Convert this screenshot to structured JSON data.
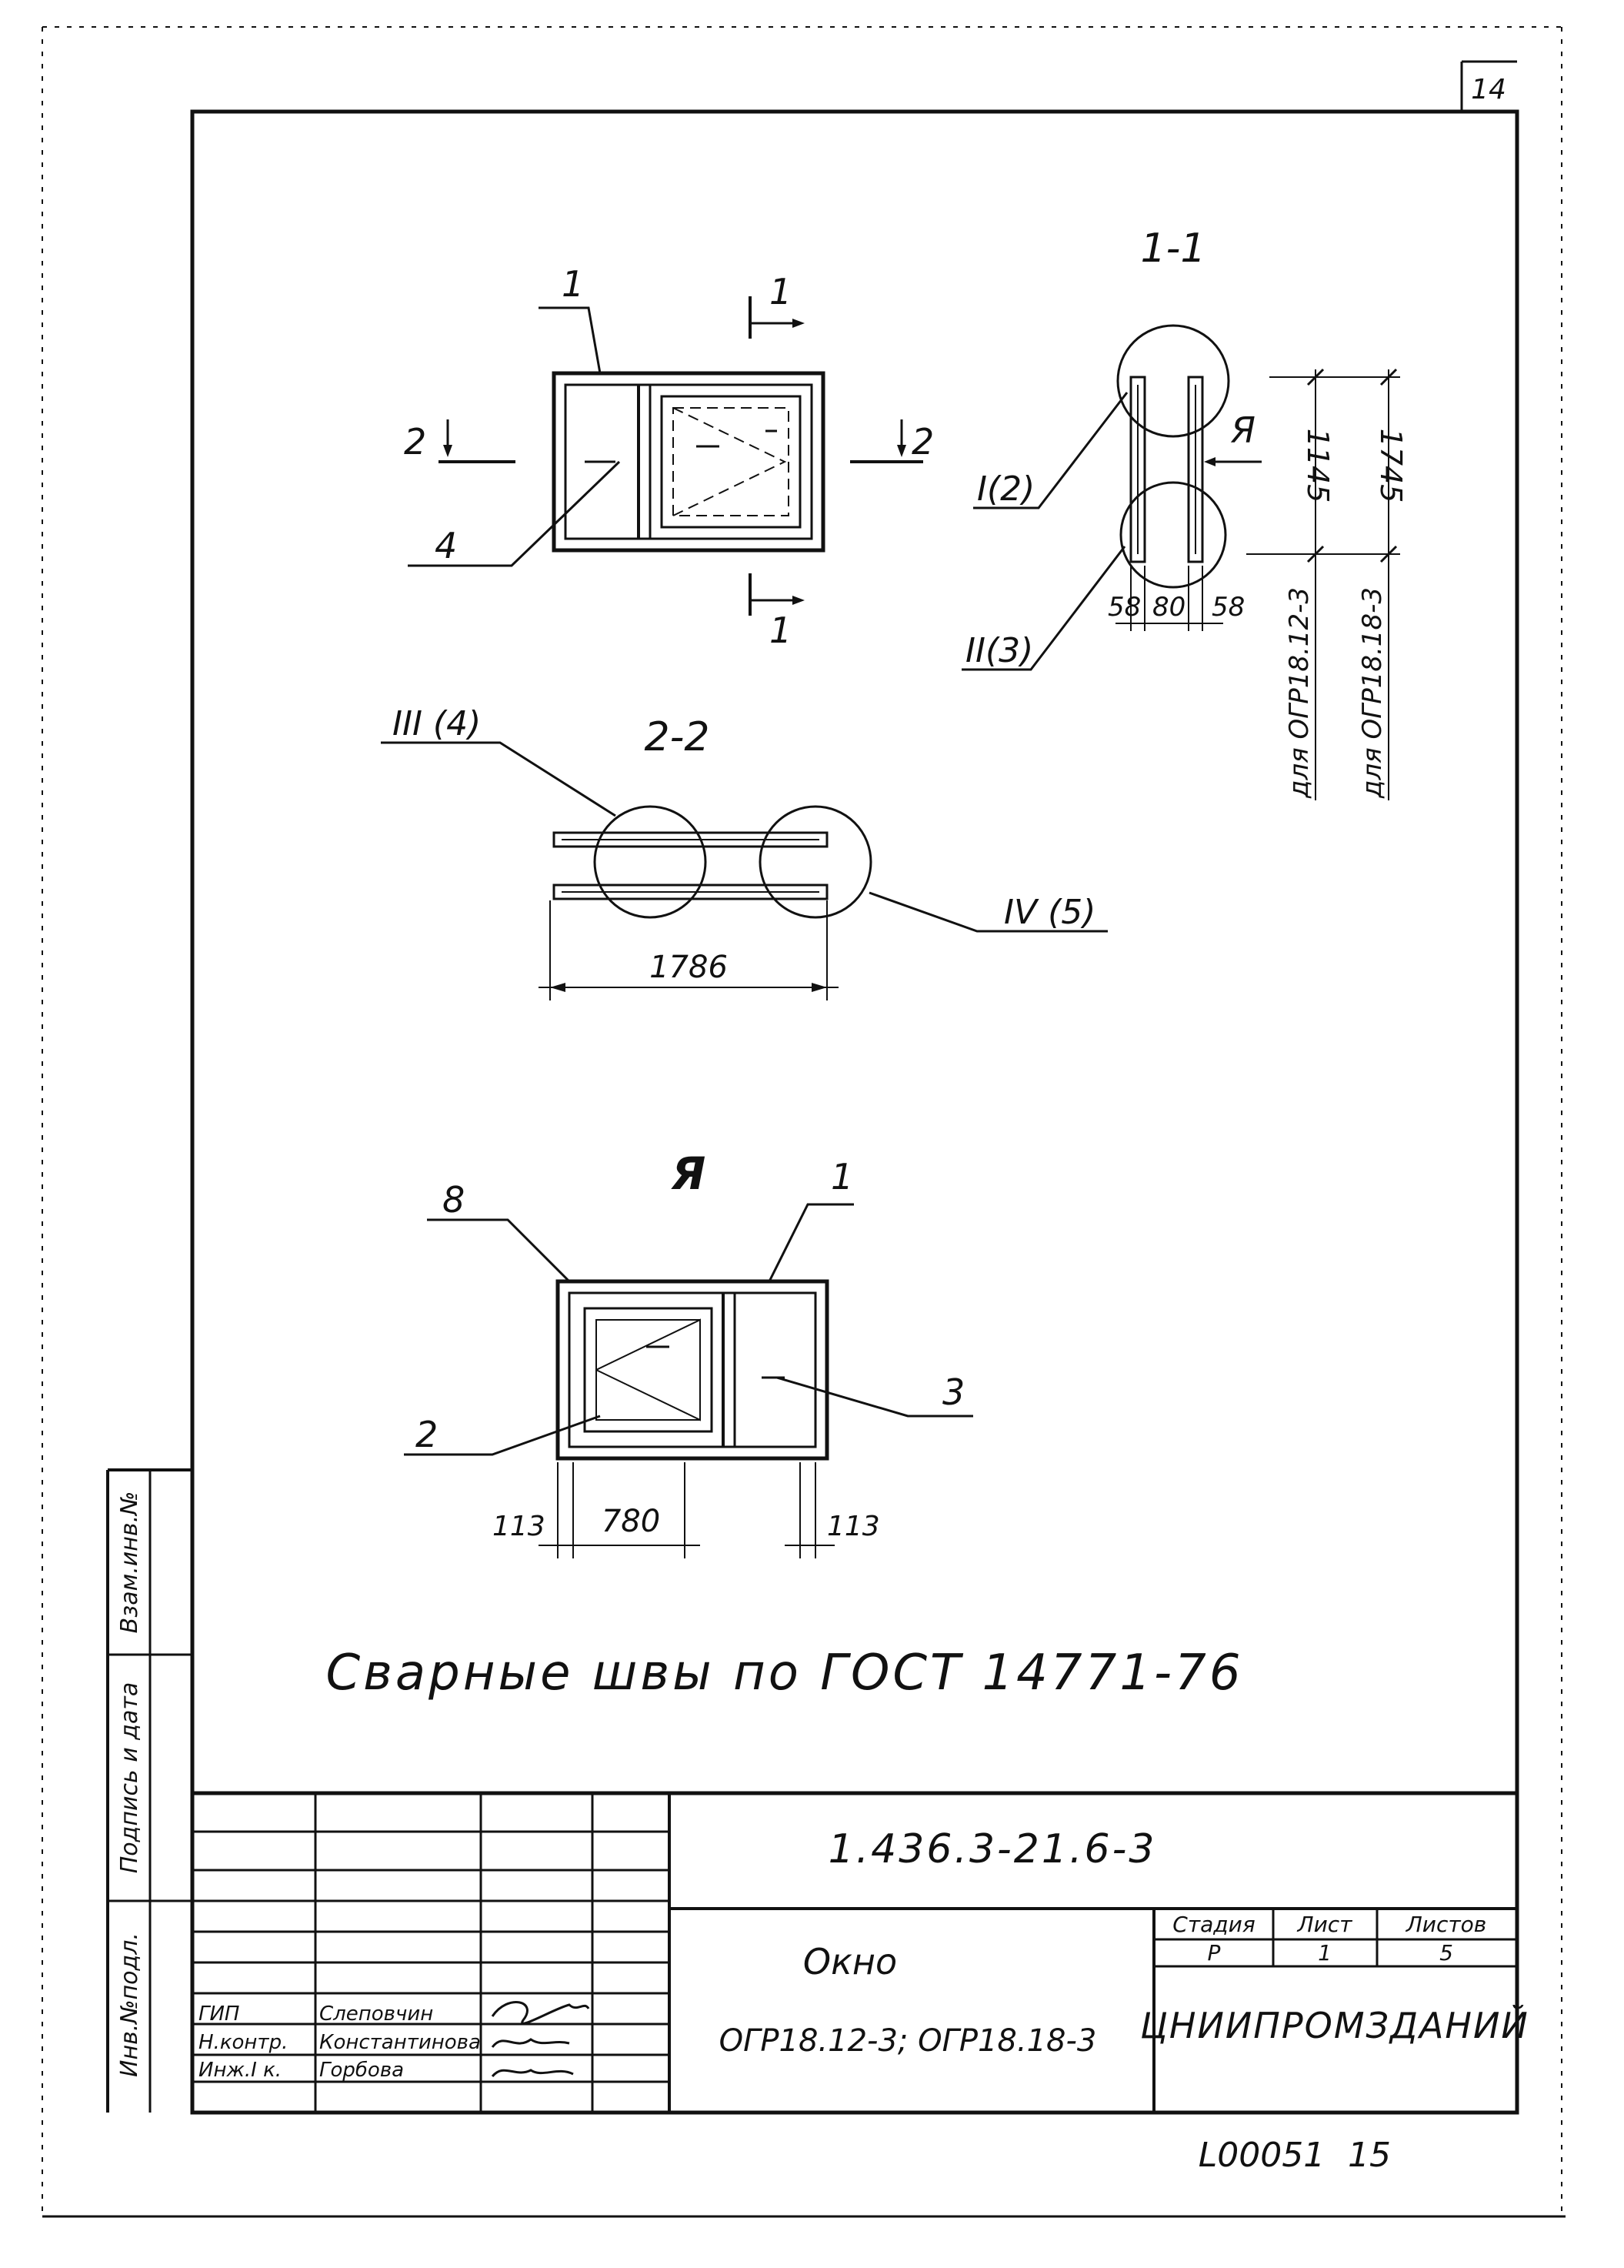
{
  "sheet_corner_number": "14",
  "views": {
    "elevation_leaders": {
      "frame": "1",
      "panel": "4"
    },
    "section_1_1": {
      "title": "1-1",
      "cut_mark": "1",
      "view_mark": "Я",
      "detail_I": "I(2)",
      "detail_II": "II(3)",
      "dims": {
        "height_1": "1145",
        "height_2": "1745",
        "w_left": "58",
        "w_mid": "80",
        "w_right": "58"
      },
      "note_1": "для ОГР18.12-3",
      "note_2": "для ОГР18.18-3"
    },
    "section_2_2": {
      "title": "2-2",
      "cut_mark": "2",
      "detail_III": "III (4)",
      "detail_IV": "IV (5)",
      "dim_width": "1786"
    },
    "view_ya": {
      "title": "Я",
      "leaders": {
        "top_left": "8",
        "top_right": "1",
        "sash": "2",
        "panel": "3"
      },
      "dims": {
        "left": "113",
        "mid": "780",
        "right": "113"
      }
    }
  },
  "weld_note": "Сварные швы по ГОСТ 14771-76",
  "side_stamp": {
    "inv_no": "Инв.№подл.",
    "sign_date": "Подпись и дата",
    "repl_inv": "Взам.инв.№"
  },
  "title_block": {
    "designation": "1.436.3-21.6-3",
    "name_line1": "Окно",
    "name_line2": "ОГР18.12-3; ОГР18.18-3",
    "col_stage": "Стадия",
    "col_sheet": "Лист",
    "col_sheets": "Листов",
    "stage": "Р",
    "sheet": "1",
    "sheets": "5",
    "organization": "ЦНИИПРОМЗДАНИЙ",
    "staff": [
      {
        "role": "ГИП",
        "name": "Слеповчин",
        "sign": "[signature]"
      },
      {
        "role": "Н.контр.",
        "name": "Константинова",
        "sign": "[signature]"
      },
      {
        "role": "Инж.I к.",
        "name": "Горбова",
        "sign": "[signature]"
      }
    ]
  },
  "archive_code": "L00051",
  "page_number": "15"
}
